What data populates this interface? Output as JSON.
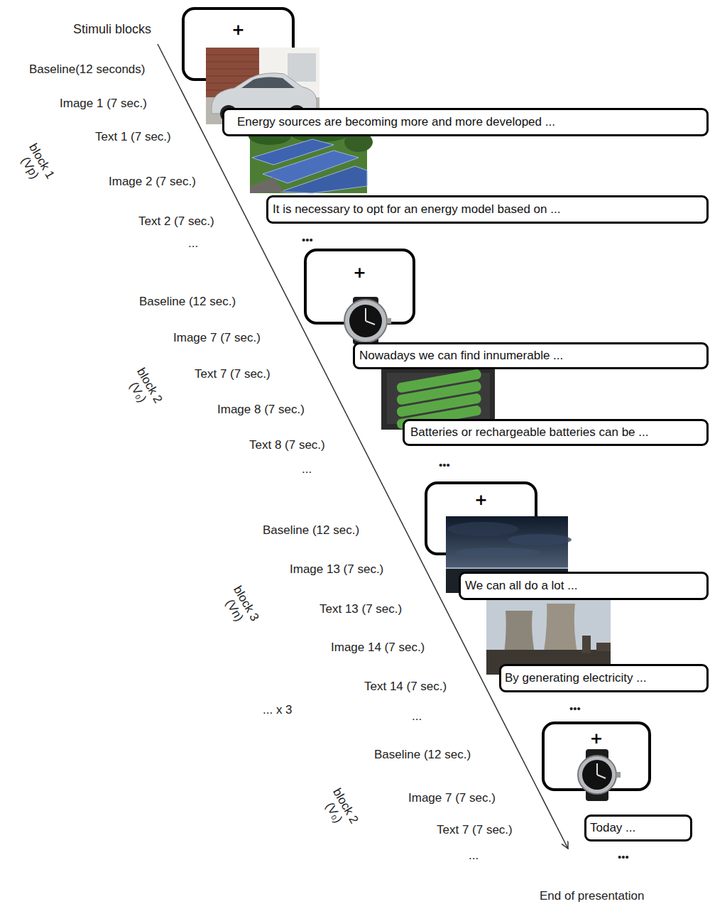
{
  "diagram": {
    "nodes": [
      {
        "text": [
          "+"
        ]
      },
      {
        "text": [
          "Energy sources are becoming more and more developed ..."
        ]
      },
      {
        "text": [
          "It is necessary to opt for an energy model based on ..."
        ]
      },
      {
        "text": [
          "+"
        ]
      },
      {
        "text": [
          "Nowadays we can find innumerable ..."
        ]
      },
      {
        "text": [
          "Batteries or rechargeable batteries can be ..."
        ]
      },
      {
        "text": [
          "+"
        ]
      },
      {
        "text": [
          "We can all do a lot ..."
        ]
      },
      {
        "text": [
          "By generating electricity ..."
        ]
      },
      {
        "text": [
          "+"
        ]
      },
      {
        "text": [
          "Today ..."
        ]
      }
    ],
    "labels": [
      "Stimuli blocks",
      "Baseline(12 seconds)",
      "Image 1 (7 sec.)",
      "Text 1 (7 sec.)",
      "block 1",
      "(Vp)",
      "Image 2 (7 sec.)",
      "Text 2 (7 sec.)",
      "...",
      "•••",
      "Baseline (12 sec.)",
      "Image 7 (7 sec.)",
      "Text 7 (7 sec.)",
      "block 2",
      "(V₀)",
      "Image 8 (7 sec.)",
      "Text 8 (7 sec.)",
      "...",
      "•••",
      "Baseline (12 sec.)",
      "Image 13 (7 sec.)",
      "block 3",
      "(Vn)",
      "Text 13 (7 sec.)",
      "Image 14 (7 sec.)",
      "Text 14 (7 sec.)",
      "... x 3",
      "...",
      "•••",
      "Baseline (12 sec.)",
      "Image 7 (7 sec.)",
      "block 2",
      "(V₀)",
      "Text 7 (7 sec.)",
      "...",
      "•••",
      "End of presentation"
    ]
  }
}
